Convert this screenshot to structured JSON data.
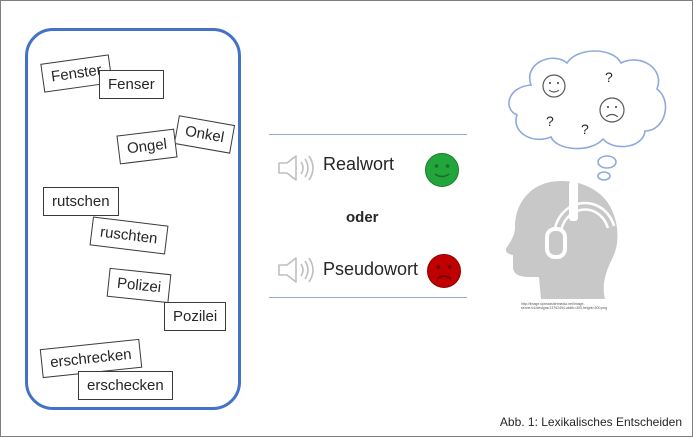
{
  "word_cards": [
    {
      "text": "Fenster",
      "pair": "1-real"
    },
    {
      "text": "Fenser",
      "pair": "1-pseudo"
    },
    {
      "text": "Onkel",
      "pair": "2-real"
    },
    {
      "text": "Ongel",
      "pair": "2-pseudo"
    },
    {
      "text": "rutschen",
      "pair": "3-real"
    },
    {
      "text": "ruschten",
      "pair": "3-pseudo"
    },
    {
      "text": "Polizei",
      "pair": "4-real"
    },
    {
      "text": "Pozilei",
      "pair": "4-pseudo"
    },
    {
      "text": "erschrecken",
      "pair": "5-real"
    },
    {
      "text": "erschecken",
      "pair": "5-pseudo"
    }
  ],
  "decision": {
    "real_label": "Realwort",
    "or_label": "oder",
    "pseudo_label": "Pseudowort",
    "real_face_color": "#22a63c",
    "pseudo_face_color": "#c00000",
    "rule_color": "#8eaadb"
  },
  "thought_bubble": {
    "question_marks": [
      "?",
      "?",
      "?"
    ]
  },
  "image_credit": "http://image.spreadshirtmedia.net/image-server/v1/designs/13762494,width=300,height=300.png",
  "caption": "Abb. 1: Lexikalisches Entscheiden",
  "colors": {
    "panel_border": "#4472c4",
    "icon_gray": "#c8c8c8"
  },
  "icons": [
    "speaker-icon",
    "happy-face-icon",
    "sad-face-icon",
    "headphones-head-icon",
    "thought-cloud-icon"
  ]
}
